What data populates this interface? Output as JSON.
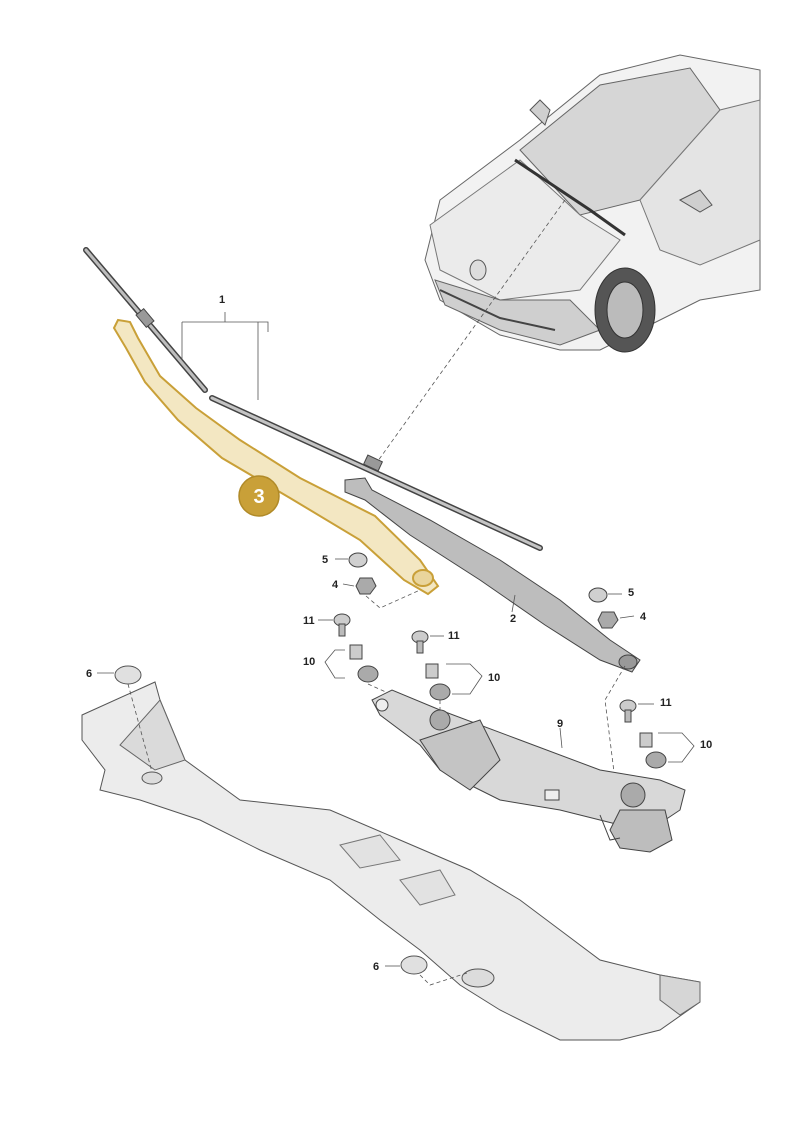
{
  "colors": {
    "highlight": "#c9a038",
    "highlight_fill": "#f3e7c2",
    "part_fill": "#dcdcdc",
    "part_dark": "#9a9a9a",
    "cover_fill": "#ececec"
  },
  "highlighted_callout": "3",
  "callouts": {
    "blade_set": "1",
    "right_wiper_arm": "2",
    "left_wiper_arm": "3",
    "nut": "4",
    "cap": "5",
    "cover_cap_top": "6",
    "cover_cap_bottom": "6",
    "wiper_linkage": "9",
    "bushing_left": "10",
    "bushing_mid": "10",
    "bushing_right": "10",
    "bolt_left": "11",
    "bolt_mid": "11",
    "bolt_right": "11",
    "nut_right": "4",
    "cap_right": "5"
  }
}
